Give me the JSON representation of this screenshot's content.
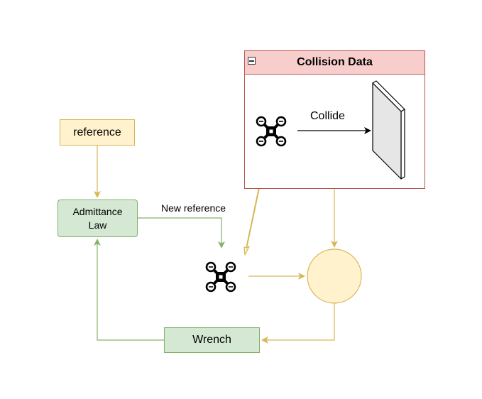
{
  "nodes": {
    "reference": "reference",
    "admittance_line1": "Admittance",
    "admittance_line2": "Law",
    "wrench": "Wrench"
  },
  "edge_labels": {
    "new_reference": "New reference",
    "collide": "Collide"
  },
  "container": {
    "title": "Collision Data"
  },
  "icons": {
    "drone": "drone-icon",
    "wall": "wall-icon",
    "collapse": "collapse-icon"
  },
  "colors": {
    "yellow_fill": "#fff2cc",
    "yellow_stroke": "#d6b656",
    "green_fill": "#d5e8d4",
    "green_stroke": "#82b366",
    "red_fill": "#f8cecc",
    "red_stroke": "#b85450"
  }
}
